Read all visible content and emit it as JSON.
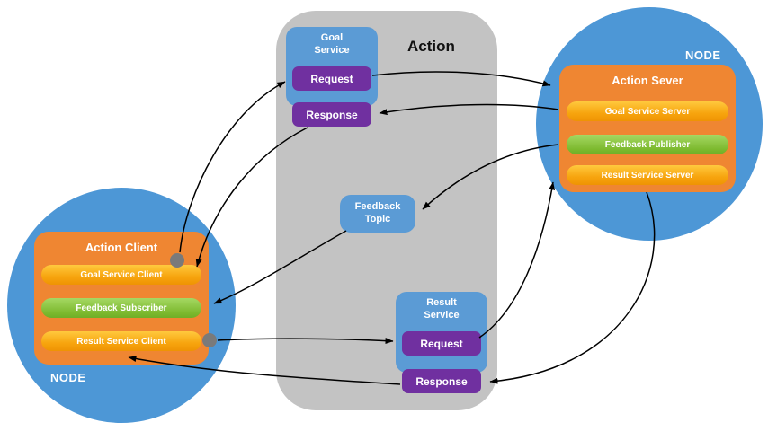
{
  "title": "Action",
  "left_node": {
    "label": "NODE",
    "box_title": "Action Client",
    "pills": [
      {
        "label": "Goal Service Client"
      },
      {
        "label": "Feedback Subscriber"
      },
      {
        "label": "Result Service Client"
      }
    ]
  },
  "right_node": {
    "label": "NODE",
    "box_title": "Action Sever",
    "pills": [
      {
        "label": "Goal Service Server"
      },
      {
        "label": "Feedback Publisher"
      },
      {
        "label": "Result Service Server"
      }
    ]
  },
  "goal_service": {
    "title": "Goal Service",
    "request": "Request",
    "response": "Response"
  },
  "feedback_topic": {
    "title": "Feedback Topic"
  },
  "result_service": {
    "title": "Result Service",
    "request": "Request",
    "response": "Response"
  },
  "colors": {
    "node_blue": "#4d97d6",
    "container_gray": "#c3c3c3",
    "box_orange": "#ef8632",
    "pill_yellow": "#f7a40e",
    "pill_green": "#7cb92e",
    "service_blue": "#5b9bd5",
    "button_purple": "#7030a0",
    "arrow_black": "#000000",
    "dot_gray": "#7a7a7a"
  }
}
